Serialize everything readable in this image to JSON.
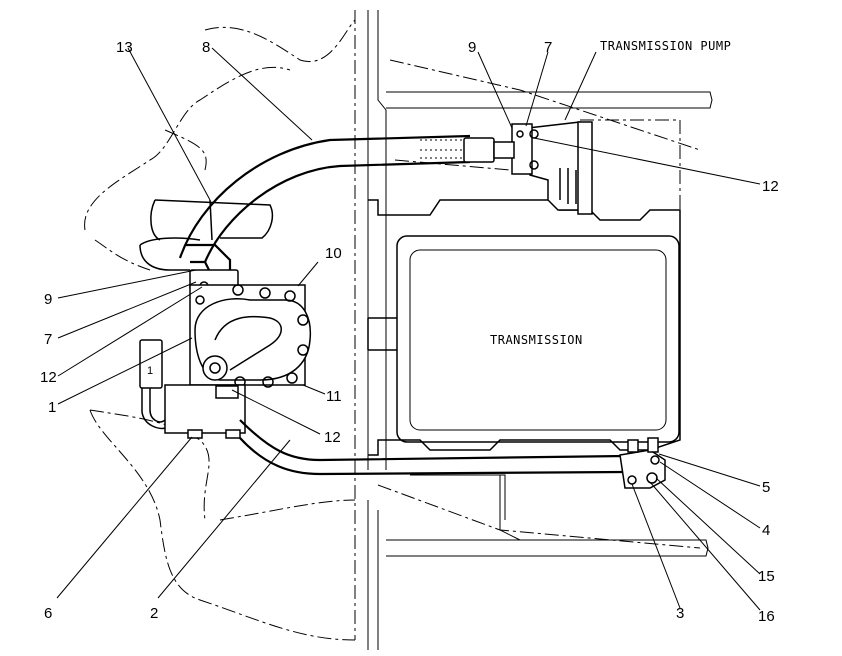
{
  "diagram": {
    "title": "TRANSMISSION PUMP",
    "component_text": "TRANSMISSION",
    "filter_mark": "1",
    "callouts": [
      "13",
      "8",
      "9",
      "7",
      "12",
      "10",
      "9",
      "7",
      "12",
      "1",
      "11",
      "12",
      "5",
      "4",
      "15",
      "16",
      "3",
      "6",
      "2"
    ]
  }
}
